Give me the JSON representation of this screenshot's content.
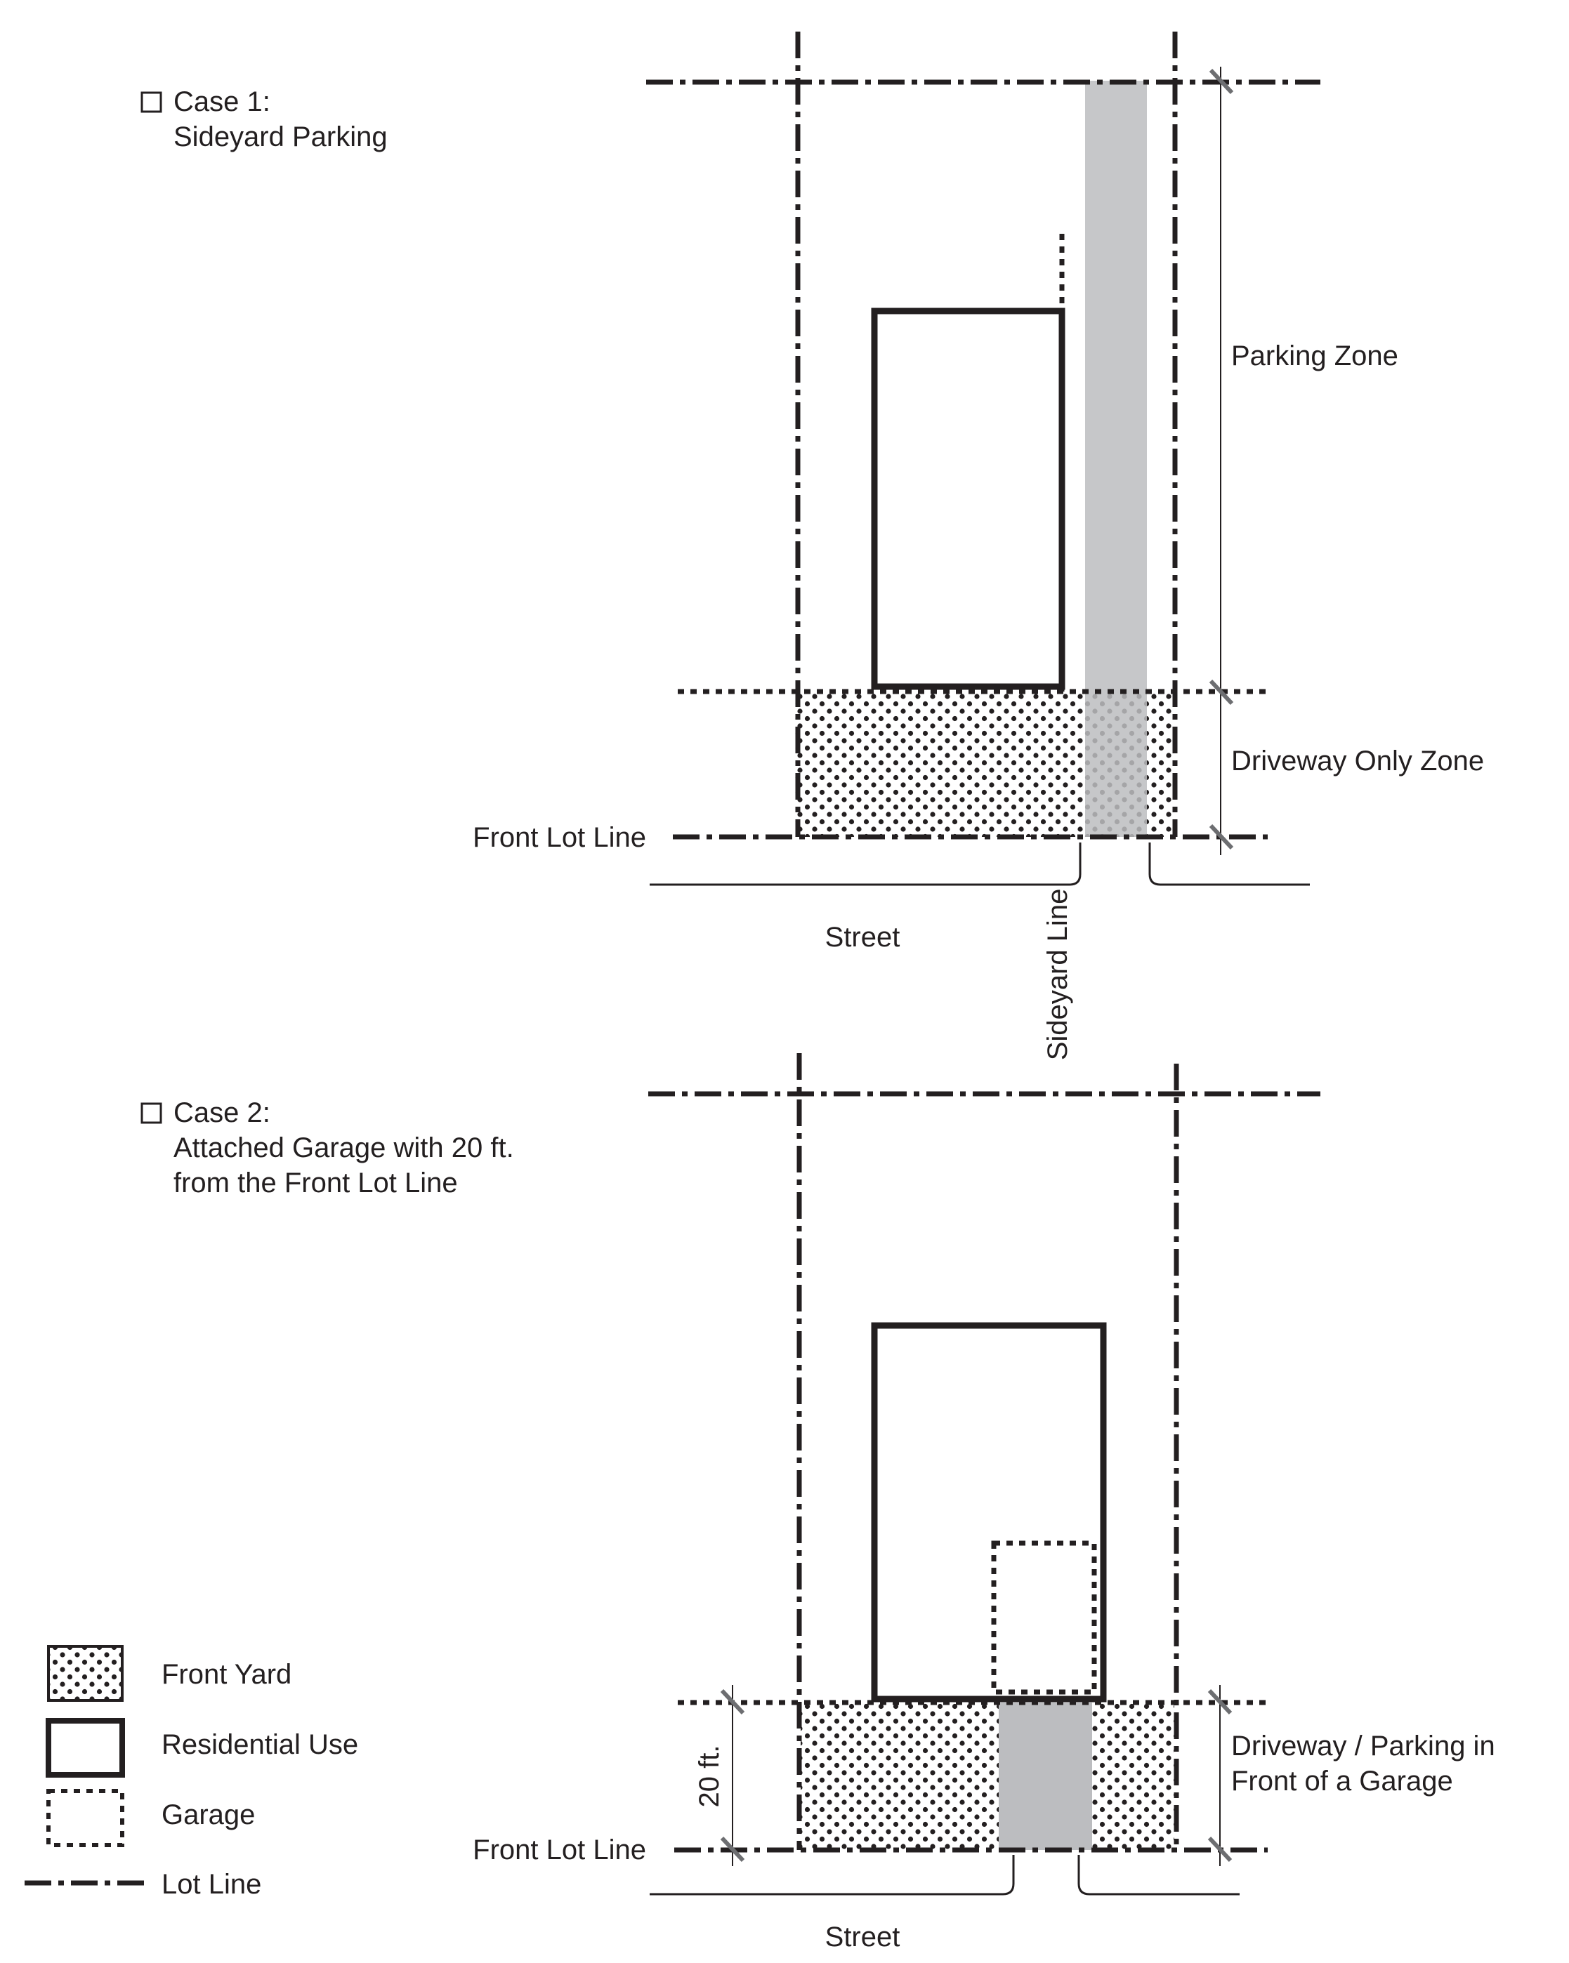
{
  "colors": {
    "ink": "#231f20",
    "driveway_fill": "#bcbdc0",
    "background": "#ffffff"
  },
  "case1": {
    "title": "Case 1:",
    "subtitle": "Sideyard Parking",
    "parking_zone": "Parking Zone",
    "driveway_only_zone": "Driveway Only Zone",
    "front_lot_line": "Front Lot Line",
    "street": "Street",
    "sideyard_line": "Sideyard Line"
  },
  "case2": {
    "title": "Case 2:",
    "subtitle_line1": "Attached Garage with 20 ft.",
    "subtitle_line2": "from the Front Lot Line",
    "driveway_line1": "Driveway / Parking in",
    "driveway_line2": "Front of a Garage",
    "dimension": "20 ft.",
    "front_lot_line": "Front Lot Line",
    "street": "Street"
  },
  "legend": {
    "front_yard": "Front Yard",
    "residential_use": "Residential Use",
    "garage": "Garage",
    "lot_line": "Lot Line"
  }
}
